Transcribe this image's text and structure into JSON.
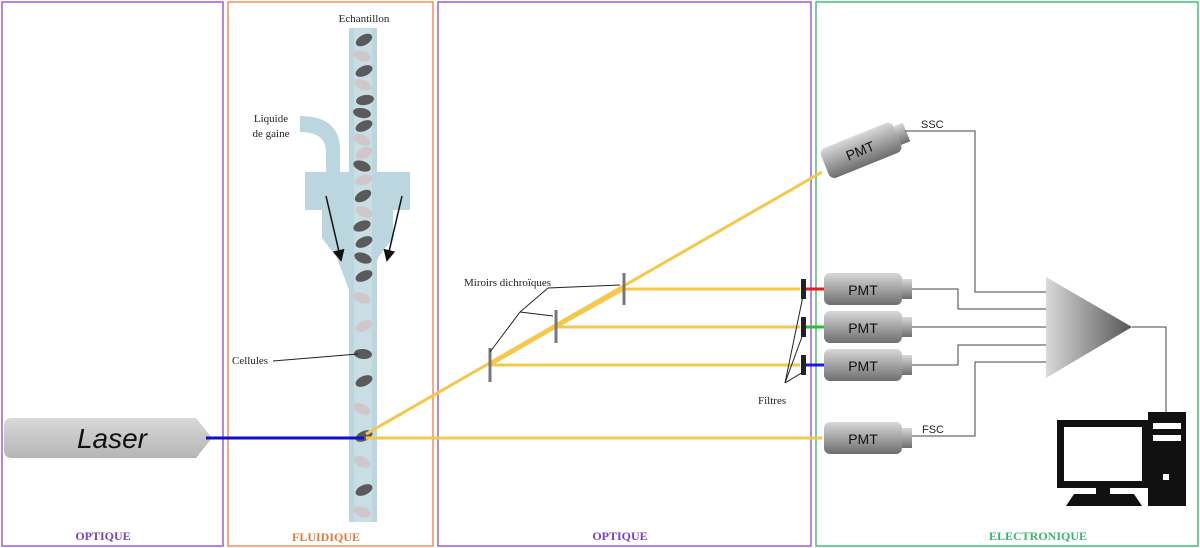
{
  "sections": {
    "optique_left": {
      "label": "OPTIQUE",
      "color": "#7b3fbf"
    },
    "fluidique": {
      "label": "FLUIDIQUE",
      "color": "#e07b39"
    },
    "optique_mid": {
      "label": "OPTIQUE",
      "color": "#7b3fbf"
    },
    "electronique": {
      "label": "ELECTRONIQUE",
      "color": "#3cb371"
    }
  },
  "labels": {
    "laser": "Laser",
    "echantillon": "Echantillon",
    "liquide_line1": "Liquide",
    "liquide_line2": "de gaine",
    "cellules": "Cellules",
    "miroirs": "Miroirs dichroïques",
    "filtres": "Filtres",
    "ssc": "SSC",
    "fsc": "FSC"
  },
  "pmts": [
    {
      "label": "PMT",
      "role": "ssc"
    },
    {
      "label": "PMT",
      "filter_color": "#e02020"
    },
    {
      "label": "PMT",
      "filter_color": "#22c322"
    },
    {
      "label": "PMT",
      "filter_color": "#1a1ad6"
    },
    {
      "label": "PMT",
      "role": "fsc"
    }
  ],
  "colors": {
    "laser_beam": "#1010c8",
    "scatter_beam": "#f5c84a",
    "flow_channel": "#bcd6e0",
    "cell": "#606060"
  }
}
